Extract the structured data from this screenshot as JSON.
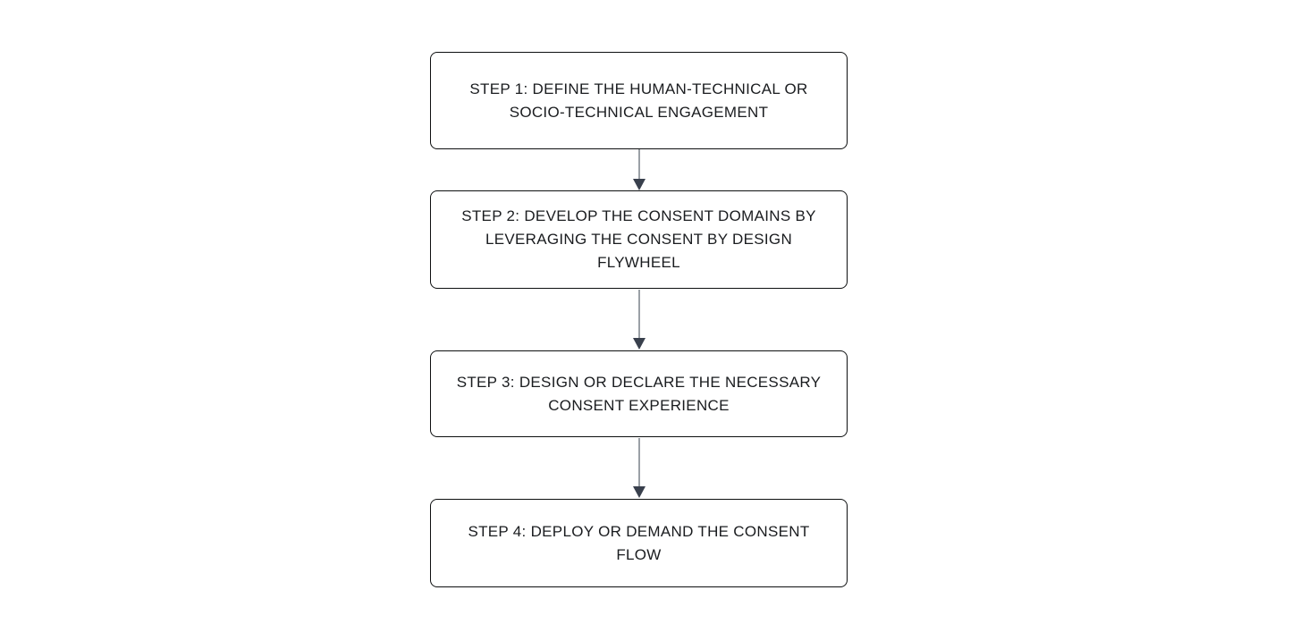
{
  "flowchart": {
    "steps": [
      {
        "id": "step-1",
        "label": "STEP 1: DEFINE THE HUMAN-TECHNICAL OR\nSOCIO-TECHNICAL ENGAGEMENT"
      },
      {
        "id": "step-2",
        "label": "STEP 2: DEVELOP THE CONSENT DOMAINS BY\nLEVERAGING THE CONSENT BY DESIGN\nFLYWHEEL"
      },
      {
        "id": "step-3",
        "label": "STEP 3: DESIGN OR DECLARE THE NECESSARY\nCONSENT EXPERIENCE"
      },
      {
        "id": "step-4",
        "label": "STEP 4: DEPLOY OR DEMAND THE CONSENT\nFLOW"
      }
    ],
    "connectors": [
      {
        "from": "step-1",
        "to": "step-2",
        "direction": "down"
      },
      {
        "from": "step-2",
        "to": "step-3",
        "direction": "down"
      },
      {
        "from": "step-3",
        "to": "step-4",
        "direction": "down"
      }
    ],
    "colors": {
      "background": "#ffffff",
      "node_fill": "#ffffff",
      "node_border": "#0d0f10",
      "text": "#1a1c1f",
      "arrow_line": "#9aa0a6",
      "arrow_head": "#39404d"
    }
  }
}
